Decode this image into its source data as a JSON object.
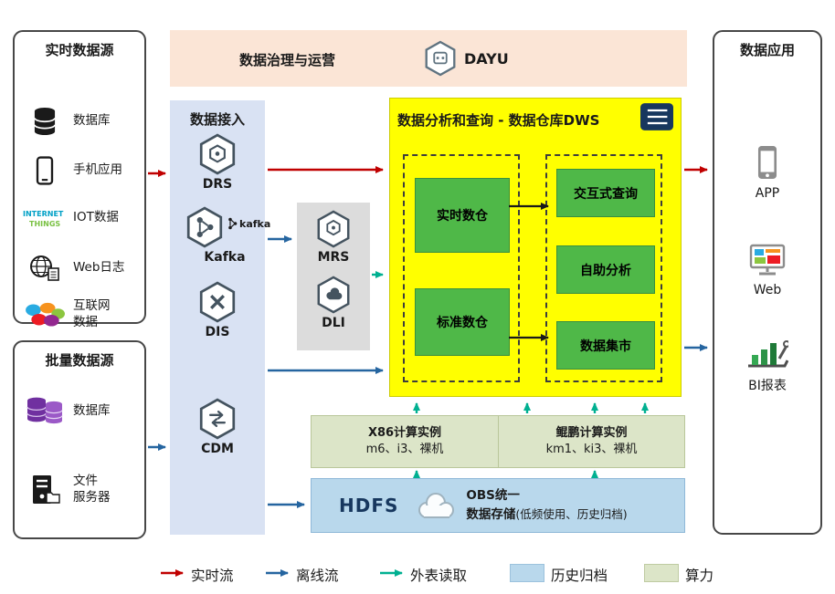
{
  "colors": {
    "realtime_flow": "#c00000",
    "offline_flow": "#2565a0",
    "external_read": "#00b091",
    "history_archive": "#b9d8ec",
    "compute_power": "#dce5c8",
    "governance_bg": "#fbe5d6",
    "ingest_bg": "#d9e2f3",
    "dws_bg": "#ffff00",
    "service_green": "#4fb848"
  },
  "realtime_sources": {
    "title": "实时数据源",
    "items": [
      {
        "label": "数据库",
        "icon": "database-icon"
      },
      {
        "label": "手机应用",
        "icon": "mobile-phone-icon"
      },
      {
        "label": "IOT数据",
        "icon": "iot-wordcloud-icon"
      },
      {
        "label": "Web日志",
        "icon": "globe-document-icon"
      },
      {
        "label": "互联网\n数据",
        "icon": "internet-data-icon"
      }
    ]
  },
  "batch_sources": {
    "title": "批量数据源",
    "items": [
      {
        "label": "数据库",
        "icon": "purple-databases-icon"
      },
      {
        "label": "文件\n服务器",
        "icon": "file-server-icon"
      }
    ]
  },
  "governance_bar": {
    "title": "数据治理与运营",
    "product_name": "DAYU",
    "icon": "dayu-hexagon-icon"
  },
  "ingest_column": {
    "title": "数据接入",
    "services": [
      {
        "name": "DRS",
        "icon": "drs-hexagon-icon"
      },
      {
        "name": "Kafka",
        "icon": "kafka-hexagon-icon",
        "logo_text": "kafka"
      },
      {
        "name": "DIS",
        "icon": "dis-hexagon-icon"
      },
      {
        "name": "CDM",
        "icon": "cdm-hexagon-icon"
      }
    ]
  },
  "processing_box": {
    "services": [
      {
        "name": "MRS",
        "icon": "mrs-hexagon-icon"
      },
      {
        "name": "DLI",
        "icon": "dli-hexagon-icon"
      }
    ]
  },
  "dws_box": {
    "title": "数据分析和查询 - 数据仓库DWS",
    "icon": "dws-list-icon",
    "warehouse_group": [
      {
        "label": "实时数仓"
      },
      {
        "label": "标准数仓"
      }
    ],
    "analysis_group": [
      {
        "label": "交互式查询"
      },
      {
        "label": "自助分析"
      },
      {
        "label": "数据集市"
      }
    ]
  },
  "compute_bar": {
    "x86": {
      "title": "X86计算实例",
      "instances": "m6、i3、裸机"
    },
    "kunpeng": {
      "title": "鲲鹏计算实例",
      "instances": "km1、ki3、裸机"
    }
  },
  "storage_bar": {
    "hdfs_label": "HDFS",
    "icon": "cloud-icon",
    "obs_line1": "OBS统一",
    "obs_line2": "数据存储",
    "obs_note": "(低频使用、历史归档)"
  },
  "applications": {
    "title": "数据应用",
    "items": [
      {
        "label": "APP",
        "icon": "app-phone-icon"
      },
      {
        "label": "Web",
        "icon": "web-monitor-icon"
      },
      {
        "label": "BI报表",
        "icon": "bi-chart-icon"
      }
    ]
  },
  "legend": {
    "items": [
      {
        "label": "实时流",
        "type": "arrow",
        "color": "#c00000"
      },
      {
        "label": "离线流",
        "type": "arrow",
        "color": "#2565a0"
      },
      {
        "label": "外表读取",
        "type": "arrow",
        "color": "#00b091"
      },
      {
        "label": "历史归档",
        "type": "swatch",
        "color": "#b9d8ec"
      },
      {
        "label": "算力",
        "type": "swatch",
        "color": "#dce5c8"
      }
    ]
  },
  "iot_icon_text": {
    "line1": "INTERNET",
    "line2": "THINGS"
  }
}
